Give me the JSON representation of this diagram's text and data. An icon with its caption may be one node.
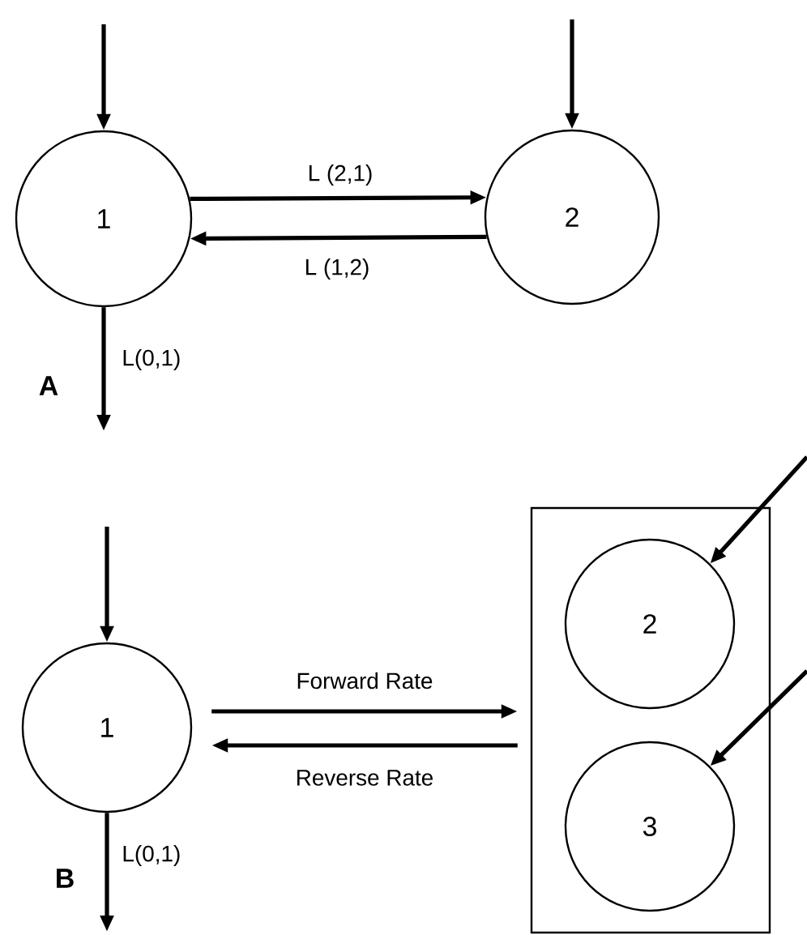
{
  "diagram": {
    "nodes": [
      {
        "text": [
          "1"
        ]
      },
      {
        "text": [
          "2"
        ]
      },
      {
        "text": [
          "1"
        ]
      },
      {
        "text": [],
        "shape": "box"
      },
      {
        "text": [
          "2"
        ],
        "in": 3
      },
      {
        "text": [
          "3"
        ],
        "in": 3
      }
    ],
    "edges": [
      {
        "from": null,
        "to": 0,
        "arrow": "to"
      },
      {
        "from": null,
        "to": 1,
        "arrow": "to"
      },
      {
        "from": 0,
        "to": 1,
        "arrow": "to",
        "label": "L (2,1)"
      },
      {
        "from": 1,
        "to": 0,
        "arrow": "to",
        "label": "L (1,2)"
      },
      {
        "from": 0,
        "to": null,
        "arrow": "to",
        "label": "L(0,1)"
      },
      {
        "from": null,
        "to": 2,
        "arrow": "to"
      },
      {
        "from": 2,
        "to": 3,
        "arrow": "to",
        "label": "Forward Rate"
      },
      {
        "from": 3,
        "to": 2,
        "arrow": "to",
        "label": "Reverse Rate"
      },
      {
        "from": 2,
        "to": null,
        "arrow": "to",
        "label": "L(0,1)"
      },
      {
        "from": null,
        "to": 4,
        "arrow": "to"
      },
      {
        "from": null,
        "to": 5,
        "arrow": "to"
      }
    ],
    "labels": [
      "A",
      "B"
    ]
  }
}
